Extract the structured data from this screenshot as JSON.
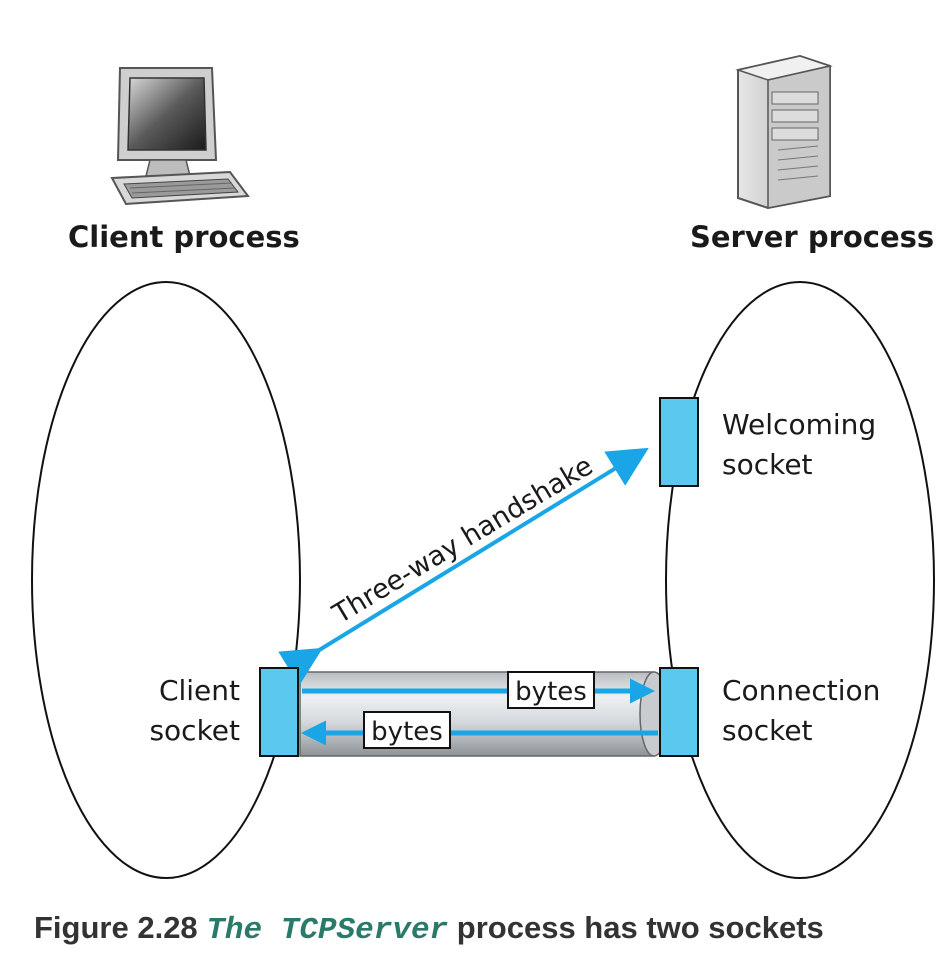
{
  "client": {
    "title": "Client process",
    "socket_label": [
      "Client",
      "socket"
    ]
  },
  "server": {
    "title": "Server process",
    "welcoming_label": [
      "Welcoming",
      "socket"
    ],
    "connection_label": [
      "Connection",
      "socket"
    ]
  },
  "handshake_label": "Three-way handshake",
  "bytes_top": "bytes",
  "bytes_bottom": "bytes",
  "caption": {
    "prefix": "Figure 2.28",
    "code": "The TCPServer",
    "suffix": "process has two sockets"
  },
  "colors": {
    "socket_fill": "#5bc8f0",
    "arrow": "#1aa6e6",
    "outline": "#111111",
    "caption_code": "#2a7a6a"
  },
  "icons": [
    "desktop-computer-icon",
    "server-tower-icon"
  ]
}
